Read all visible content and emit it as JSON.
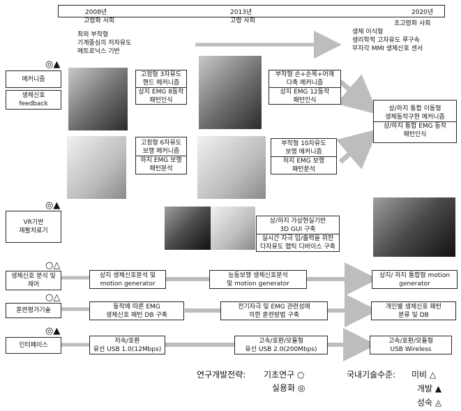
{
  "timeline": {
    "years": [
      {
        "year": "2008년",
        "society": "고령화 사회"
      },
      {
        "year": "2013년",
        "society": "고령 사회"
      },
      {
        "year": "2020년",
        "society": "초고령화 사회"
      }
    ]
  },
  "intro_2008": [
    "최외 부착형",
    "기계중심의 저자유도",
    "메트로닉스 기반"
  ],
  "intro_2020": [
    "생체 이식형",
    "생리학적 고자유도 루구속",
    "무자각 MMI 생체신호 센서"
  ],
  "categories": [
    {
      "label_lines": [
        "메커니즘"
      ],
      "mark": "◎▲"
    },
    {
      "label_lines": [
        "생체신호",
        "feedback"
      ],
      "mark": ""
    },
    {
      "label_lines": [
        "VR기반",
        "재활치료기"
      ],
      "mark": "◎▲"
    },
    {
      "label_lines": [
        "생체신호 분석 및",
        "제어"
      ],
      "mark": "○△"
    },
    {
      "label_lines": [
        "훈련평가기술"
      ],
      "mark": "○△"
    },
    {
      "label_lines": [
        "인터페이스"
      ],
      "mark": "◎▲"
    }
  ],
  "mech_boxes": {
    "upper_2008": {
      "top": [
        "고정형 3자유도",
        "핸드 메커니즘"
      ],
      "bottom": [
        "상지 EMG 8동작",
        "패턴인식"
      ]
    },
    "lower_2008": {
      "top": [
        "고정형 6자유도",
        "보행 메커니즘"
      ],
      "bottom": [
        "하지 EMG 보행",
        "패턴분석"
      ]
    },
    "upper_2013": {
      "top": [
        "부착형 손+손목+어깨",
        "다축 메커니즘"
      ],
      "bottom": [
        "상지 EMG 12동작",
        "패턴인식"
      ]
    },
    "lower_2013": {
      "top": [
        "부착형 10자유도",
        "보행 메커니즘"
      ],
      "bottom": [
        "하지 EMG 보행",
        "패턴분석"
      ]
    },
    "target_2020": {
      "top": [
        "상/하지 통합 이동형",
        "생체동작구현 메커니즘"
      ],
      "bottom": [
        "상/하지 통합 EMG 동작",
        "패턴인식"
      ]
    }
  },
  "vr_box": {
    "top": [
      "상/하지 가상현실기반",
      "3D GUI 구축"
    ],
    "bottom": [
      "실시간 자극 입/출력을 위한",
      "다자유도 햅틱 디바이스 구축"
    ]
  },
  "bio_row": [
    [
      "상지 생체신호분석 및",
      "motion generator"
    ],
    [
      "능동보행 생체신호분석",
      "및 motion generator"
    ],
    [
      "상지/ 하지 통합형 motion",
      "generator"
    ]
  ],
  "train_row": [
    [
      "동작에 따른 EMG",
      "생체신호 패턴 DB 구축"
    ],
    [
      "전기자극 및 EMG 관련성에",
      "의한 훈련방법 구축"
    ],
    [
      "개인별 생체신호 패턴",
      "분류 및 DB"
    ]
  ],
  "iface_row": [
    [
      "저속/호환",
      "유선 USB 1.0(12Mbps)"
    ],
    [
      "고속/호환/모듈형",
      "유선 USB 2.0(200Mbps)"
    ],
    [
      "고속/호환/모듈형",
      "USB Wireless"
    ]
  ],
  "legend": {
    "strategy_label": "연구개발전략:",
    "strategy_items": [
      {
        "label": "기초연구",
        "symbol": "○"
      },
      {
        "label": "실용화",
        "symbol": "◎"
      }
    ],
    "level_label": "국내기술수준:",
    "level_items": [
      {
        "label": "미비",
        "symbol": "△"
      },
      {
        "label": "개발",
        "symbol": "▲"
      },
      {
        "label": "성숙",
        "symbol": "◬"
      }
    ]
  },
  "photos": [
    "upper-limb-robot-photo",
    "lower-limb-robot-photo",
    "arm-exoskeleton-photo",
    "gait-trainer-photo",
    "vr-headset-photo",
    "vr-hmd-user-photo",
    "full-body-vr-photo"
  ]
}
